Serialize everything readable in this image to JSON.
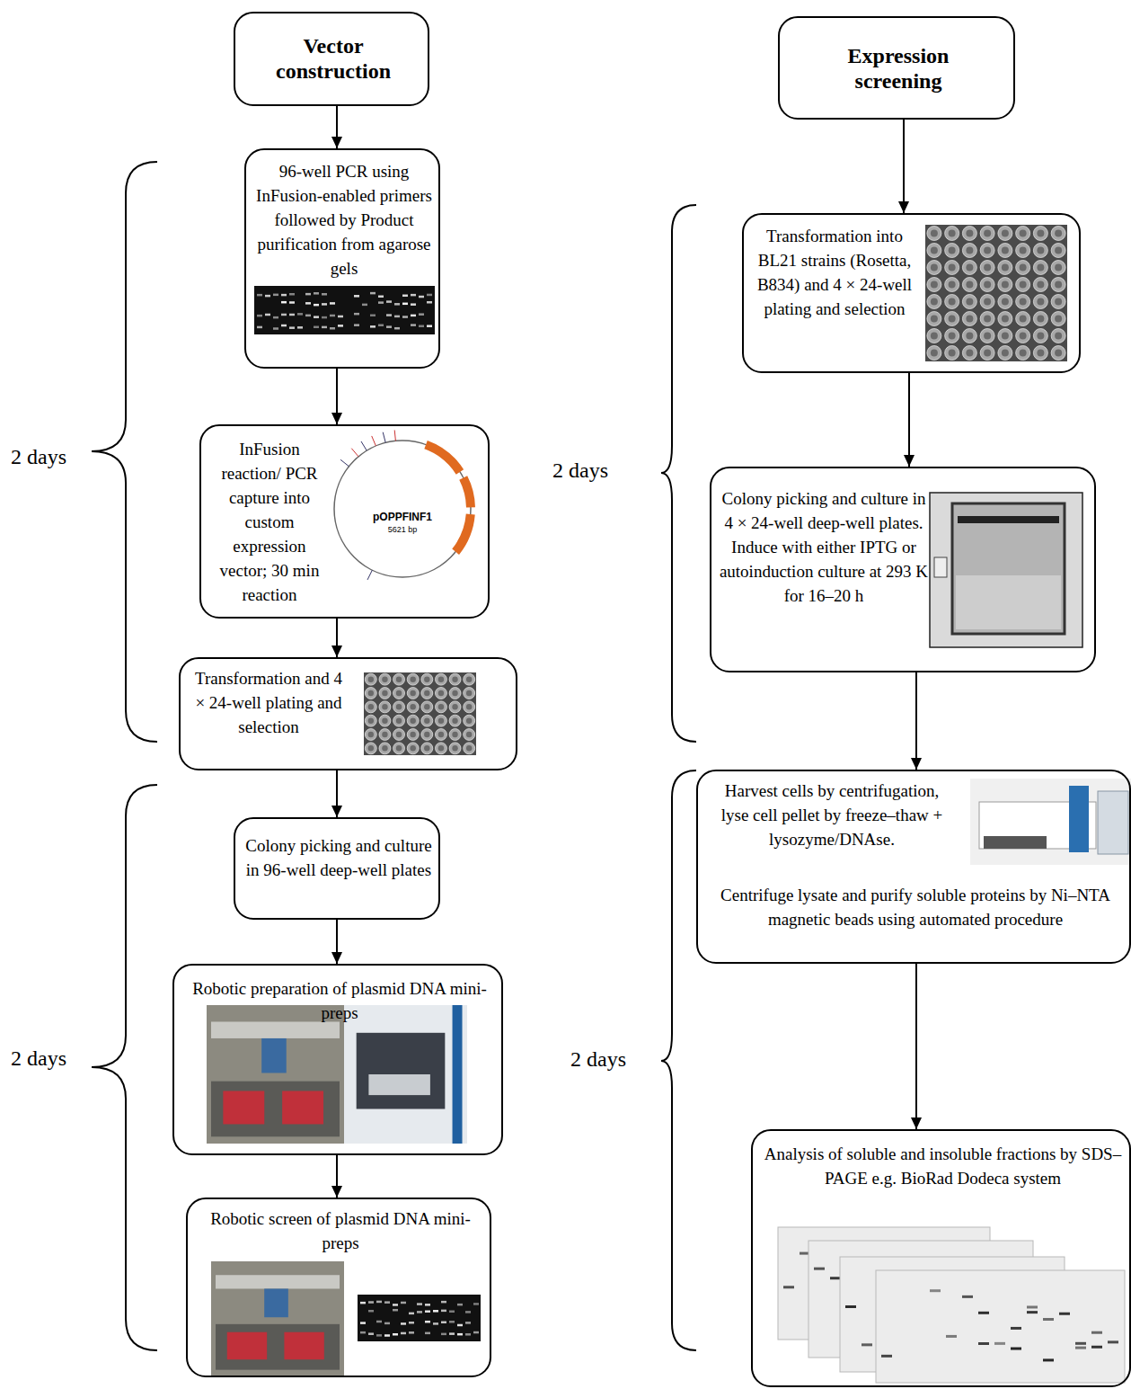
{
  "diagram": {
    "nodes": [
      {
        "text": [
          "Vector construction"
        ]
      },
      {
        "text": [
          "96-well PCR using InFusion-enabled primers followed by Product purification from agarose gels"
        ]
      },
      {
        "text": [
          "InFusion reaction/ PCR capture into custom expression vector; 30 min reaction"
        ]
      },
      {
        "text": [
          "Transformation and 4 × 24-well plating and selection"
        ]
      },
      {
        "text": [
          "Colony picking and culture in 96-well deep-well plates"
        ]
      },
      {
        "text": [
          "Robotic preparation of plasmid DNA mini-preps"
        ]
      },
      {
        "text": [
          "Robotic screen of plasmid DNA mini-preps"
        ]
      },
      {
        "text": [
          "Expression screening"
        ]
      },
      {
        "text": [
          "Transformation into BL21 strains (Rosetta, B834) and 4 × 24-well plating and selection"
        ]
      },
      {
        "text": [
          "Colony picking and culture in 4 × 24-well deep-well plates. Induce with either IPTG or autoinduction culture at 293 K for 16–20 h"
        ]
      },
      {
        "text": [
          "Harvest cells by centrifugation, lyse cell pellet by freeze–thaw + lysozyme/DNAse.",
          "Centrifuge lysate and purify soluble proteins by Ni–NTA magnetic beads using automated procedure"
        ]
      },
      {
        "text": [
          "Analysis of soluble and insoluble fractions by SDS–PAGE e.g. BioRad Dodeca system"
        ]
      }
    ],
    "edges": [
      {
        "from": 0,
        "to": 1,
        "arrow": "to"
      },
      {
        "from": 1,
        "to": 2,
        "arrow": "to"
      },
      {
        "from": 2,
        "to": 3,
        "arrow": "to"
      },
      {
        "from": 3,
        "to": 4,
        "arrow": "to"
      },
      {
        "from": 4,
        "to": 5,
        "arrow": "to"
      },
      {
        "from": 5,
        "to": 6,
        "arrow": "to"
      },
      {
        "from": 7,
        "to": 8,
        "arrow": "to"
      },
      {
        "from": 8,
        "to": 9,
        "arrow": "to"
      },
      {
        "from": 9,
        "to": 10,
        "arrow": "to"
      },
      {
        "from": 10,
        "to": 11,
        "arrow": "to"
      }
    ],
    "labels": [
      "2 days",
      "2 days",
      "2 days",
      "2 days",
      "pOPPFINF1",
      "5621 bp"
    ]
  }
}
